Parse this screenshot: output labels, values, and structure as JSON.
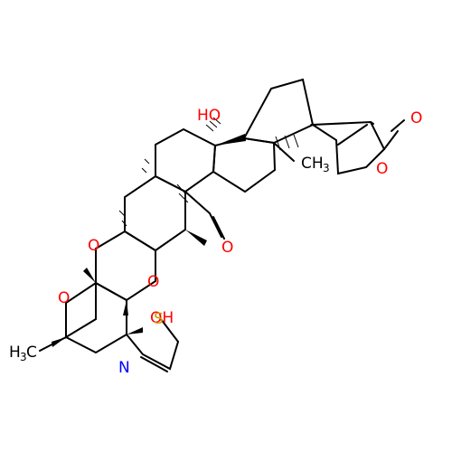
{
  "colors": {
    "bond": "#000000",
    "oxygen": "#ff0000",
    "nitrogen": "#0000ff",
    "sulfur": "#c8a000",
    "carbon": "#000000"
  },
  "labels": {
    "hydroxyl_top": "HO",
    "oxygen_ketone": "O",
    "oxygen_lactone_ring": "O",
    "methyl_c": "CH",
    "methyl_c_sub": "3",
    "oxygen_aldehyde": "O",
    "oxygen_dioxane_left": "O",
    "oxygen_dioxane_right": "O",
    "oxygen_pyran": "O",
    "hydroxyl_bottom": "OH",
    "sulfur": "S",
    "nitrogen": "N",
    "methyl_h": "H",
    "methyl_h_sub": "3",
    "methyl_h_c": "C"
  }
}
